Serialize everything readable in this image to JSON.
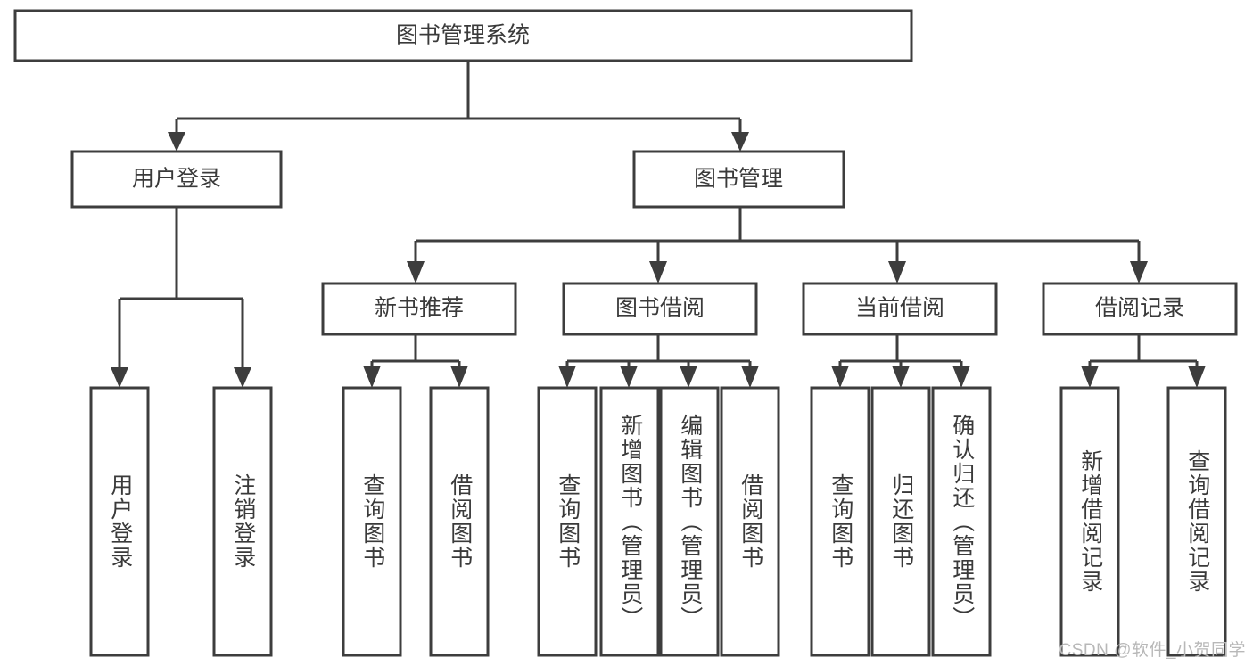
{
  "diagram": {
    "title": "图书管理系统",
    "type": "tree-hierarchy-chart",
    "watermark": "CSDN @软件_小贺同学",
    "colors": {
      "stroke": "#3d3d3d",
      "text": "#3a3a3a",
      "background": "#ffffff",
      "watermark": "#b8b8b8"
    },
    "root": {
      "label": "图书管理系统"
    },
    "level2": [
      {
        "label": "用户登录"
      },
      {
        "label": "图书管理"
      }
    ],
    "level3": [
      {
        "label": "新书推荐"
      },
      {
        "label": "图书借阅"
      },
      {
        "label": "当前借阅"
      },
      {
        "label": "借阅记录"
      }
    ],
    "leaves": {
      "user_login": [
        {
          "label": "用户登录"
        },
        {
          "label": "注销登录"
        }
      ],
      "new_book_recommend": [
        {
          "label": "查询图书"
        },
        {
          "label": "借阅图书"
        }
      ],
      "book_borrow": [
        {
          "label": "查询图书"
        },
        {
          "label": "新增图书（管理员）"
        },
        {
          "label": "编辑图书（管理员）"
        },
        {
          "label": "借阅图书"
        }
      ],
      "current_borrow": [
        {
          "label": "查询图书"
        },
        {
          "label": "归还图书"
        },
        {
          "label": "确认归还（管理员）"
        }
      ],
      "borrow_record": [
        {
          "label": "新增借阅记录"
        },
        {
          "label": "查询借阅记录"
        }
      ]
    }
  }
}
